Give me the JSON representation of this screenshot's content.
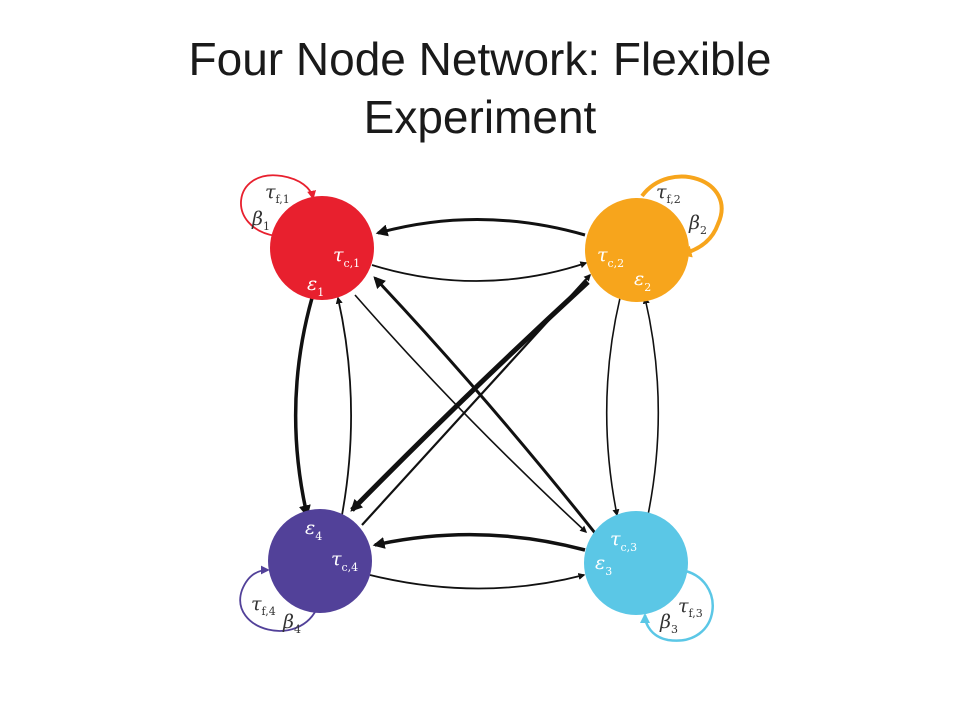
{
  "title": {
    "line1": "Four Node Network: Flexible",
    "line2": "Experiment"
  },
  "colors": {
    "node1": "#e8202e",
    "node2": "#f7a51c",
    "node3": "#5bc7e6",
    "node4": "#524199",
    "edge": "#111111"
  },
  "nodes": [
    {
      "id": 1,
      "tau_c": "τ",
      "tau_c_sub": "c,1",
      "eps": "ε",
      "eps_sub": "1"
    },
    {
      "id": 2,
      "tau_c": "τ",
      "tau_c_sub": "c,2",
      "eps": "ε",
      "eps_sub": "2"
    },
    {
      "id": 3,
      "tau_c": "τ",
      "tau_c_sub": "c,3",
      "eps": "ε",
      "eps_sub": "3"
    },
    {
      "id": 4,
      "tau_c": "τ",
      "tau_c_sub": "c,4",
      "eps": "ε",
      "eps_sub": "4"
    }
  ],
  "loops": [
    {
      "node": 1,
      "tau": "τ",
      "tau_sub": "f,1",
      "beta": "β",
      "beta_sub": "1"
    },
    {
      "node": 2,
      "tau": "τ",
      "tau_sub": "f,2",
      "beta": "β",
      "beta_sub": "2"
    },
    {
      "node": 3,
      "tau": "τ",
      "tau_sub": "f,3",
      "beta": "β",
      "beta_sub": "3"
    },
    {
      "node": 4,
      "tau": "τ",
      "tau_sub": "f,4",
      "beta": "β",
      "beta_sub": "4"
    }
  ]
}
